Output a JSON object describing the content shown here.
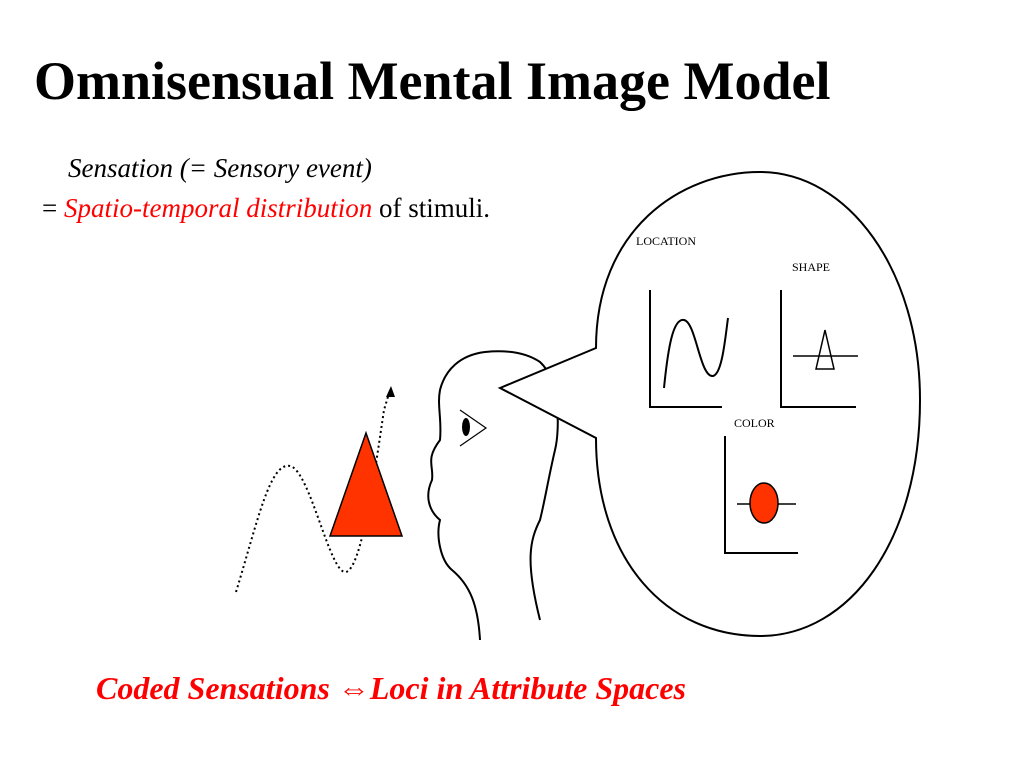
{
  "title": "Omnisensual Mental Image Model",
  "definition": {
    "line1": "Sensation (= Sensory event)",
    "line2_prefix": "= ",
    "line2_emphasis": "Spatio-temporal distribution",
    "line2_suffix": " of stimuli."
  },
  "attribute_spaces": {
    "location_label": "LOCATION",
    "shape_label": "SHAPE",
    "color_label": "COLOR"
  },
  "caption": {
    "left": "Coded Sensations ",
    "arrow": "⇔",
    "right": "Loci  in  Attribute  Spaces"
  },
  "colors": {
    "emphasis": "#ff0000",
    "stimulus_fill": "#ff3300",
    "dot_fill": "#ff3300"
  }
}
